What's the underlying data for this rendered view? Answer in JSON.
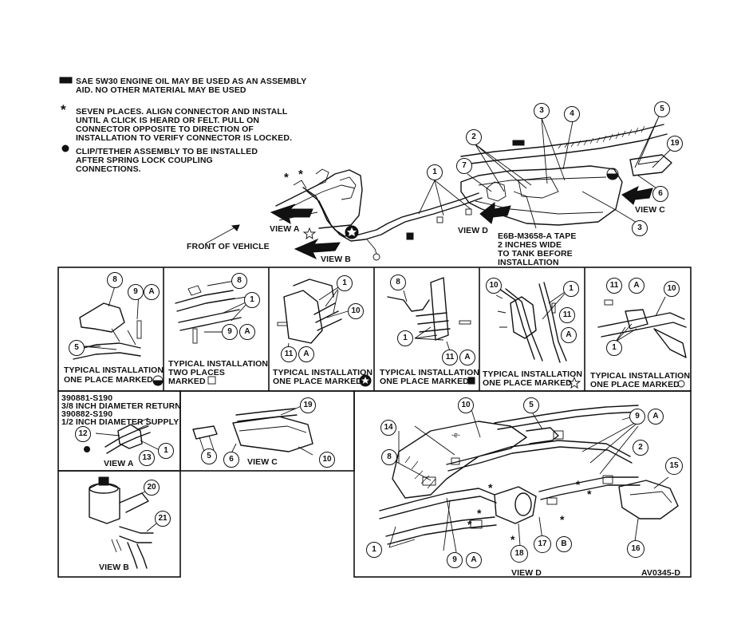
{
  "notes": {
    "note1": [
      "SAE 5W30 ENGINE OIL MAY BE USED AS AN ASSEMBLY",
      "AID.  NO OTHER MATERIAL MAY BE USED"
    ],
    "note2": [
      "SEVEN PLACES.  ALIGN CONNECTOR AND INSTALL",
      "UNTIL A CLICK IS HEARD OR FELT.  PULL ON",
      "CONNECTOR OPPOSITE TO DIRECTION OF",
      "INSTALLATION TO VERIFY CONNECTOR IS LOCKED."
    ],
    "note3": [
      "CLIP/TETHER ASSEMBLY TO BE INSTALLED",
      "AFTER SPRING LOCK COUPLING",
      "CONNECTIONS."
    ]
  },
  "overview": {
    "front_label": "FRONT OF VEHICLE",
    "view_a": "VIEW A",
    "view_b": "VIEW B",
    "view_c": "VIEW C",
    "view_d": "VIEW D",
    "tape_note": [
      "E6B-M3658-A TAPE",
      "2 INCHES WIDE",
      "TO TANK BEFORE",
      "INSTALLATION"
    ],
    "callouts": [
      "1",
      "2",
      "3",
      "4",
      "5",
      "19",
      "7",
      "6",
      "3"
    ]
  },
  "typical": [
    {
      "line1": "TYPICAL INSTALLATION",
      "line2": "ONE PLACE MARKED",
      "callouts": [
        "8",
        "9",
        "A",
        "5"
      ]
    },
    {
      "line1": "TYPICAL INSTALLATION",
      "line2": "TWO PLACES",
      "line3": "MARKED",
      "callouts": [
        "8",
        "1",
        "9",
        "A"
      ]
    },
    {
      "line1": "TYPICAL INSTALLATION",
      "line2": "ONE PLACE MARKED",
      "callouts": [
        "1",
        "10",
        "11",
        "A"
      ]
    },
    {
      "line1": "TYPICAL INSTALLATION",
      "line2": "ONE PLACE MARKED",
      "callouts": [
        "8",
        "1",
        "11",
        "A"
      ]
    },
    {
      "line1": "TYPICAL INSTALLATION",
      "line2": "ONE PLACE MARKED",
      "callouts": [
        "10",
        "1",
        "11",
        "A"
      ]
    },
    {
      "line1": "TYPICAL INSTALLATION",
      "line2": "ONE PLACE MARKED",
      "callouts": [
        "11",
        "A",
        "10",
        "1"
      ]
    }
  ],
  "view_a_panel": {
    "parts": [
      "390881-S190",
      "3/8 INCH DIAMETER RETURN",
      "390882-S190",
      "1/2 INCH DIAMETER SUPPLY"
    ],
    "label": "VIEW A",
    "callouts": [
      "12",
      "13",
      "1"
    ]
  },
  "view_c_panel": {
    "label": "VIEW C",
    "callouts": [
      "19",
      "5",
      "6",
      "10"
    ]
  },
  "view_b_panel": {
    "label": "VIEW B",
    "callouts": [
      "20",
      "21"
    ]
  },
  "view_d_panel": {
    "label": "VIEW D",
    "figure_id": "AV0345-D",
    "callouts": [
      "10",
      "5",
      "9",
      "A",
      "14",
      "2",
      "8",
      "15",
      "1",
      "9",
      "A",
      "18",
      "17",
      "B",
      "16"
    ]
  }
}
